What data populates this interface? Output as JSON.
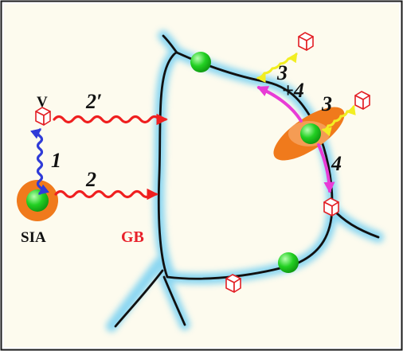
{
  "labels": {
    "v": "V",
    "sia": "SIA",
    "gb": "GB",
    "path_1": "1",
    "path_2": "2",
    "path_2_prime": "2′",
    "path_3_top": "3",
    "path_3_plus_4": "+4",
    "path_3_right": "3",
    "path_4_top": "4",
    "path_4_bottom": "4"
  },
  "colors": {
    "boundary_line": "#111111",
    "boundary_glow": "#7fd3f2",
    "panel_fill": "#fdfbee",
    "frame": "#1a1a1a",
    "sia_core": "#22d022",
    "sia_halo": "#f07a1c",
    "transport_red": "#ef1f1f",
    "transport_blue": "#2f3bd8",
    "transport_yellow": "#f2ee22",
    "transport_magenta": "#e83cd6",
    "vacancy_cube": "#e31e24",
    "gb_label": "#e8202a"
  },
  "icons": {
    "vacancy": "cube-icon",
    "interstitial": "sphere-icon"
  }
}
